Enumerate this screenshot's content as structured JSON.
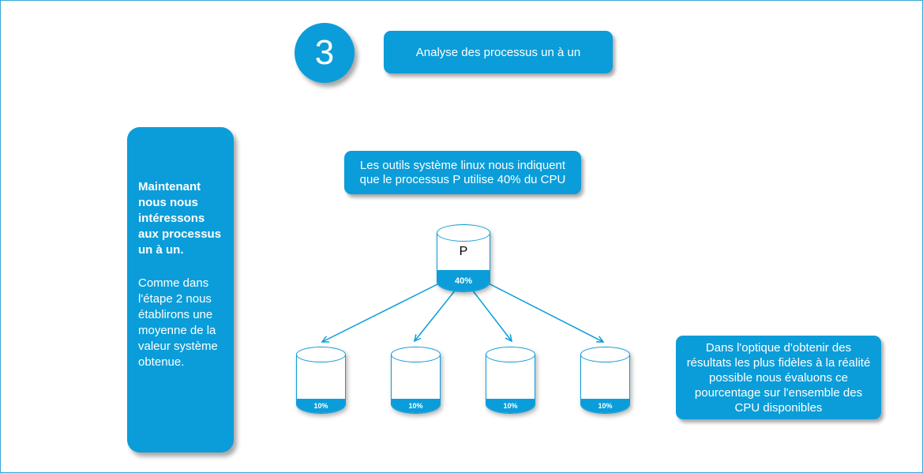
{
  "colors": {
    "accent": "#0b9dd9"
  },
  "step_badge": {
    "number": "3"
  },
  "title_box": {
    "label": "Analyse des processus un à un"
  },
  "left_panel": {
    "bold_text": "Maintenant nous nous intéressons aux processus un à un.",
    "body_text": "Comme dans l'étape 2 nous établirons une moyenne de la valeur système obtenue."
  },
  "info_box": {
    "text": "Les outils système linux nous indiquent que le processus P utilise 40% du CPU"
  },
  "main_cylinder": {
    "label": "P",
    "value": "40%"
  },
  "sub_cylinders": [
    {
      "value": "10%"
    },
    {
      "value": "10%"
    },
    {
      "value": "10%"
    },
    {
      "value": "10%"
    }
  ],
  "right_panel": {
    "text": "Dans l'optique d'obtenir des résultats les plus fidèles à la réalité possible nous évaluons ce pourcentage sur l'ensemble des CPU disponibles"
  }
}
